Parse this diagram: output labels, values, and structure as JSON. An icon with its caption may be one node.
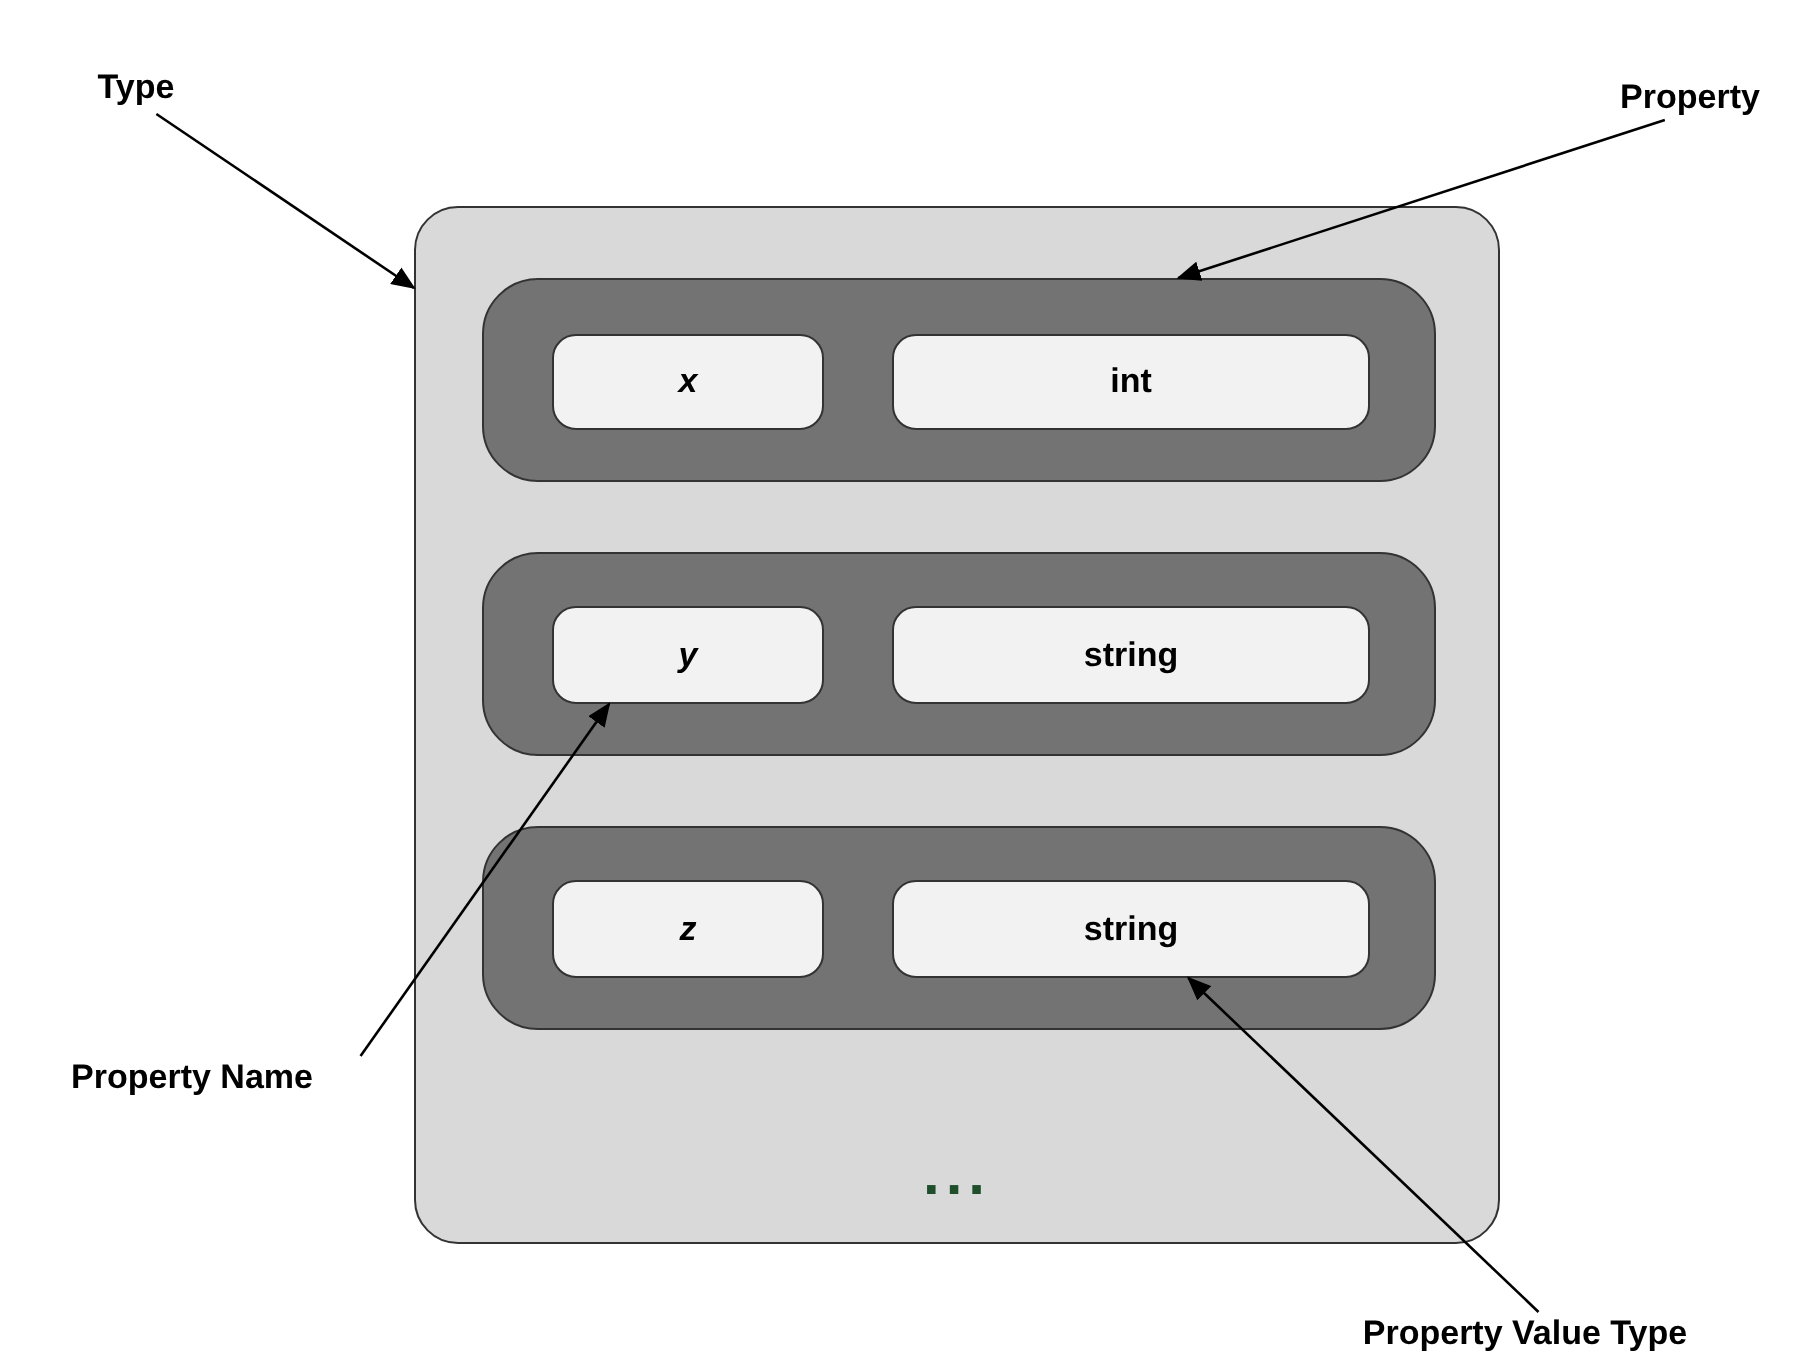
{
  "diagram": {
    "nodes": [
      {
        "text": [
          "Type"
        ]
      },
      {
        "text": [
          "..."
        ]
      },
      {
        "text": [
          "Property"
        ]
      },
      {
        "text": [],
        "shape": "box",
        "in": 1
      },
      {
        "text": [
          "x"
        ],
        "in": 3
      },
      {
        "text": [
          "int"
        ],
        "in": 3
      },
      {
        "text": [],
        "shape": "box",
        "in": 1
      },
      {
        "text": [
          "y"
        ],
        "in": 6
      },
      {
        "text": [
          "string"
        ],
        "in": 6
      },
      {
        "text": [],
        "shape": "box",
        "in": 1
      },
      {
        "text": [
          "z"
        ],
        "in": 9
      },
      {
        "text": [
          "string"
        ],
        "in": 9
      },
      {
        "text": [
          "Property Name"
        ]
      },
      {
        "text": [
          "Property Value Type"
        ]
      }
    ],
    "edges": [
      {
        "from": 0,
        "to": 1,
        "arrow": "to"
      },
      {
        "from": 2,
        "to": 3,
        "arrow": "to"
      },
      {
        "from": 12,
        "to": 7,
        "arrow": "to"
      },
      {
        "from": 13,
        "to": 11,
        "arrow": "to"
      }
    ]
  }
}
